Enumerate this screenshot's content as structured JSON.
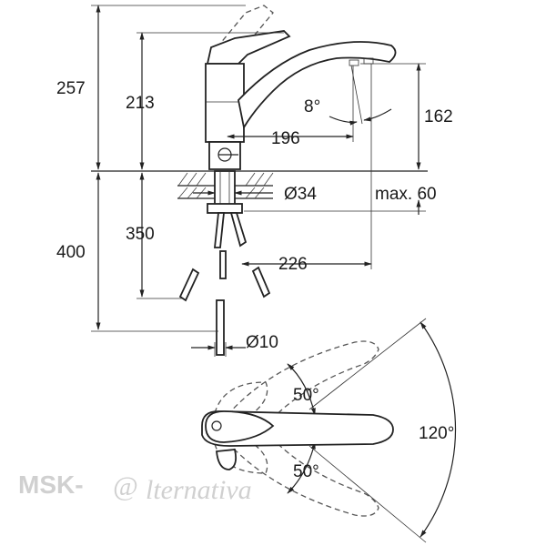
{
  "dimensions": {
    "height_total": "257",
    "height_spout": "213",
    "spout_angle": "8°",
    "reach": "196",
    "spout_outlet_height": "162",
    "hole_diameter": "Ø34",
    "max_thickness": "max. 60",
    "hose_length": "350",
    "below_deck": "400",
    "reach_below": "226",
    "hose_diameter": "Ø10",
    "swivel_up": "50°",
    "swivel_down": "50°",
    "swivel_range": "120°"
  },
  "watermark": {
    "brand_left": "MSK-",
    "brand_mark": "@",
    "brand_right": "lternativa"
  }
}
